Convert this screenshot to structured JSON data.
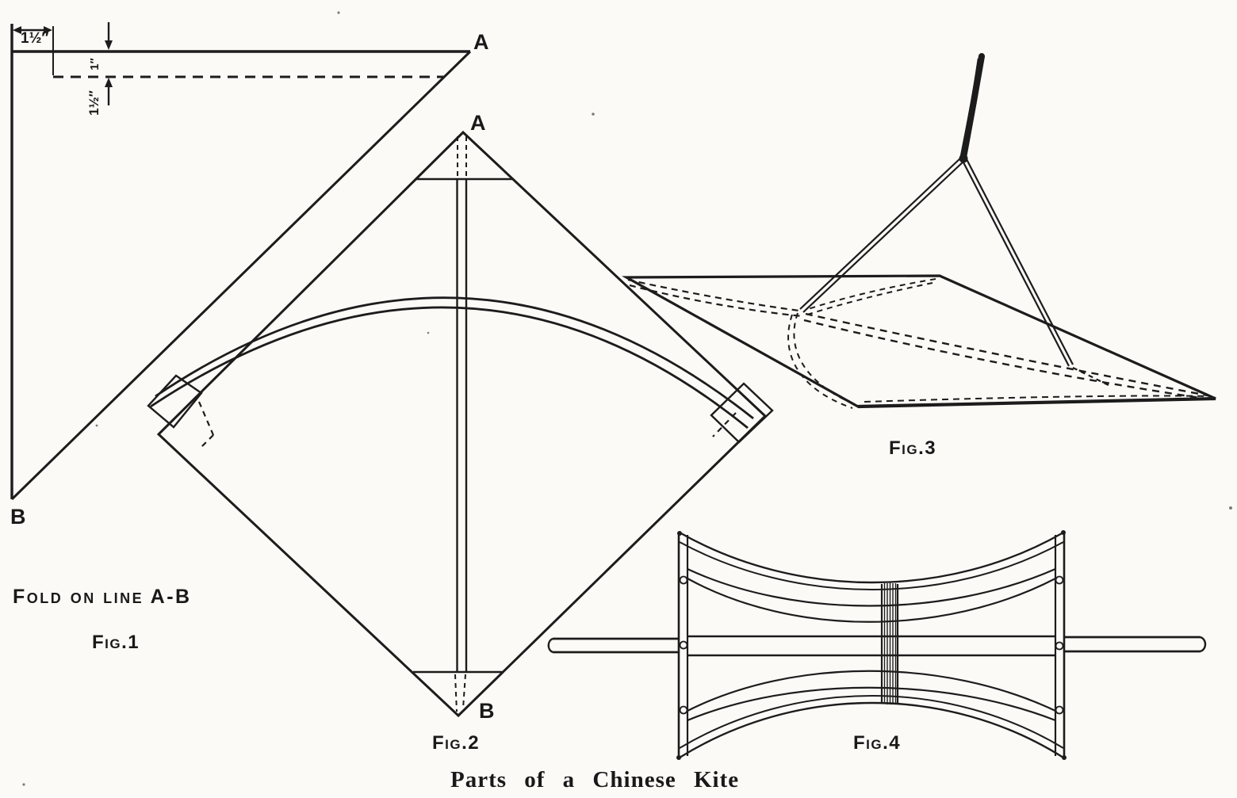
{
  "palette": {
    "paper": "#fbfaf7",
    "ink": "#1c1c1c"
  },
  "caption": "Parts of a Chinese Kite",
  "fig1": {
    "label": "Fig.1",
    "note": "Fold on line A-B",
    "corner_top": "A",
    "corner_bottom": "B",
    "dim_width": "1½″",
    "dim_hem": "1″",
    "dim_fold": "1½″"
  },
  "fig2": {
    "label": "Fig.2",
    "corner_top": "A",
    "corner_bottom": "B"
  },
  "fig3": {
    "label": "Fig.3"
  },
  "fig4": {
    "label": "Fig.4"
  }
}
